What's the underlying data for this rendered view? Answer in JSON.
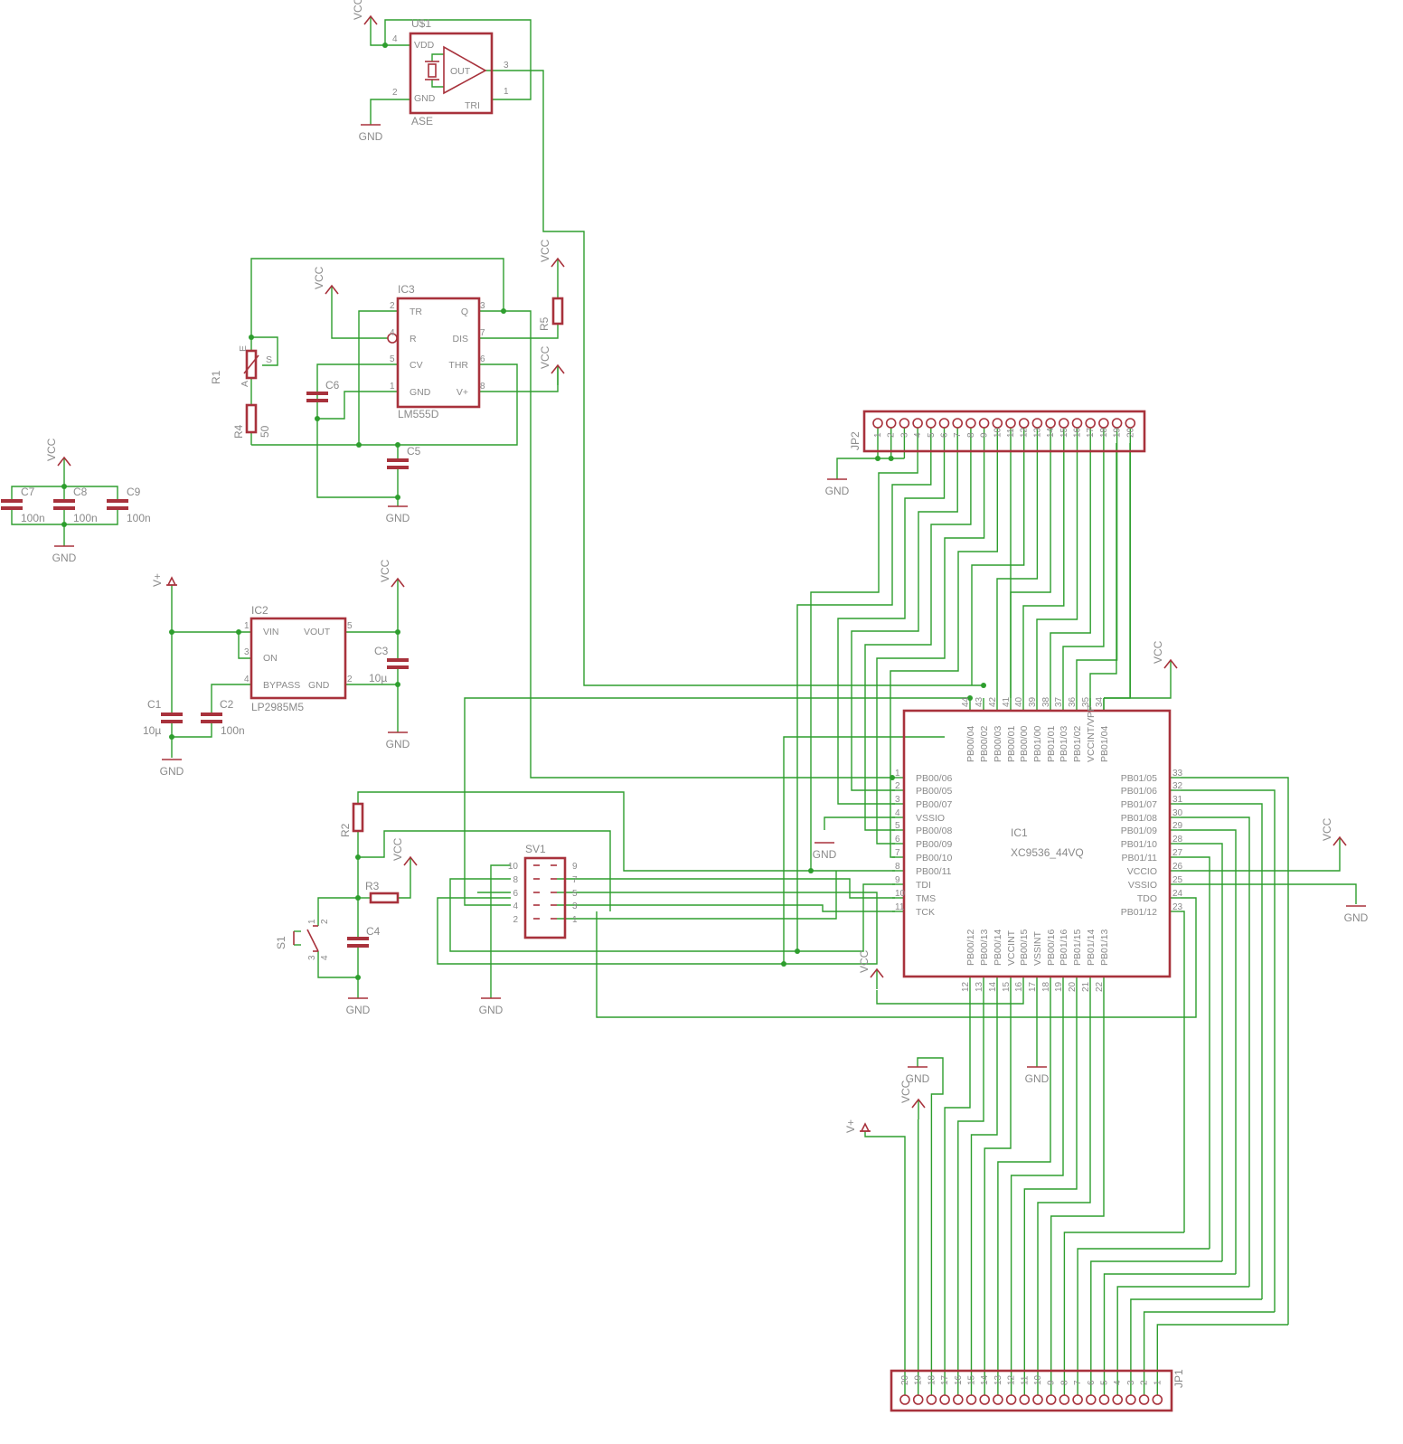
{
  "power": {
    "vcc": "VCC",
    "gnd": "GND",
    "vplus": "V+"
  },
  "us1": {
    "name": "U$1",
    "value": "ASE",
    "pins": {
      "vdd": "VDD",
      "gnd": "GND",
      "out": "OUT",
      "tri": "TRI"
    },
    "pinnums": [
      "4",
      "2",
      "3",
      "1"
    ]
  },
  "ic3": {
    "name": "IC3",
    "value": "LM555D",
    "left": [
      "TR",
      "R",
      "CV",
      "GND"
    ],
    "right": [
      "Q",
      "DIS",
      "THR",
      "V+"
    ],
    "leftnums": [
      "2",
      "4",
      "5",
      "1"
    ],
    "rightnums": [
      "3",
      "7",
      "6",
      "8"
    ]
  },
  "r1": {
    "name": "R1",
    "a": "A",
    "e": "E",
    "s": "S"
  },
  "r4": {
    "name": "R4",
    "value": "50"
  },
  "r5": {
    "name": "R5"
  },
  "c5": {
    "name": "C5"
  },
  "c6": {
    "name": "C6"
  },
  "decoupling": {
    "caps": [
      {
        "name": "C7",
        "value": "100n"
      },
      {
        "name": "C8",
        "value": "100n"
      },
      {
        "name": "C9",
        "value": "100n"
      }
    ]
  },
  "ic2": {
    "name": "IC2",
    "value": "LP2985M5",
    "pins": [
      "VIN",
      "ON",
      "BYPASS",
      "VOUT",
      "GND"
    ],
    "pinnums": [
      "1",
      "3",
      "4",
      "5",
      "2"
    ]
  },
  "c1": {
    "name": "C1",
    "value": "10µ"
  },
  "c2": {
    "name": "C2",
    "value": "100n"
  },
  "c3": {
    "name": "C3",
    "value": "10µ"
  },
  "r2": {
    "name": "R2"
  },
  "r3": {
    "name": "R3"
  },
  "c4": {
    "name": "C4"
  },
  "s1": {
    "name": "S1",
    "pins": [
      "1",
      "2",
      "3",
      "4"
    ]
  },
  "sv1": {
    "name": "SV1",
    "left": [
      "10",
      "8",
      "6",
      "4",
      "2"
    ],
    "right": [
      "9",
      "7",
      "5",
      "3",
      "1"
    ]
  },
  "ic1": {
    "name": "IC1",
    "value": "XC9536_44VQ",
    "left": [
      {
        "n": "1",
        "s": "PB00/06"
      },
      {
        "n": "2",
        "s": "PB00/05"
      },
      {
        "n": "3",
        "s": "PB00/07"
      },
      {
        "n": "4",
        "s": "VSSIO"
      },
      {
        "n": "5",
        "s": "PB00/08"
      },
      {
        "n": "6",
        "s": "PB00/09"
      },
      {
        "n": "7",
        "s": "PB00/10"
      },
      {
        "n": "8",
        "s": "PB00/11"
      },
      {
        "n": "9",
        "s": "TDI"
      },
      {
        "n": "10",
        "s": "TMS"
      },
      {
        "n": "11",
        "s": "TCK"
      }
    ],
    "right": [
      {
        "n": "33",
        "s": "PB01/05"
      },
      {
        "n": "32",
        "s": "PB01/06"
      },
      {
        "n": "31",
        "s": "PB01/07"
      },
      {
        "n": "30",
        "s": "PB01/08"
      },
      {
        "n": "29",
        "s": "PB01/09"
      },
      {
        "n": "28",
        "s": "PB01/10"
      },
      {
        "n": "27",
        "s": "PB01/11"
      },
      {
        "n": "26",
        "s": "VCCIO"
      },
      {
        "n": "25",
        "s": "VSSIO"
      },
      {
        "n": "24",
        "s": "TDO"
      },
      {
        "n": "23",
        "s": "PB01/12"
      }
    ],
    "top": [
      {
        "n": "44",
        "s": "PB00/04"
      },
      {
        "n": "43",
        "s": "PB00/02"
      },
      {
        "n": "42",
        "s": "PB00/03"
      },
      {
        "n": "41",
        "s": "PB00/01"
      },
      {
        "n": "40",
        "s": "PB00/00"
      },
      {
        "n": "39",
        "s": "PB01/00"
      },
      {
        "n": "38",
        "s": "PB01/01"
      },
      {
        "n": "37",
        "s": "PB01/03"
      },
      {
        "n": "36",
        "s": "PB01/02"
      },
      {
        "n": "35",
        "s": "VCCINT/VPP"
      },
      {
        "n": "34",
        "s": "PB01/04"
      }
    ],
    "bottom": [
      {
        "n": "12",
        "s": "PB00/12"
      },
      {
        "n": "13",
        "s": "PB00/13"
      },
      {
        "n": "14",
        "s": "PB00/14"
      },
      {
        "n": "15",
        "s": "VCCINT"
      },
      {
        "n": "16",
        "s": "PB00/15"
      },
      {
        "n": "17",
        "s": "VSSINT"
      },
      {
        "n": "18",
        "s": "PB00/16"
      },
      {
        "n": "19",
        "s": "PB01/16"
      },
      {
        "n": "20",
        "s": "PB01/15"
      },
      {
        "n": "21",
        "s": "PB01/14"
      },
      {
        "n": "22",
        "s": "PB01/13"
      }
    ]
  },
  "jp2": {
    "name": "JP2",
    "pins": [
      "1",
      "2",
      "3",
      "4",
      "5",
      "6",
      "7",
      "8",
      "9",
      "10",
      "11",
      "12",
      "13",
      "14",
      "15",
      "16",
      "17",
      "18",
      "19",
      "20"
    ]
  },
  "jp1": {
    "name": "JP1",
    "pins": [
      "20",
      "19",
      "18",
      "17",
      "16",
      "15",
      "14",
      "13",
      "12",
      "11",
      "10",
      "9",
      "8",
      "7",
      "6",
      "5",
      "4",
      "3",
      "2",
      "1"
    ]
  },
  "colors": {
    "wire": "#2e9e2e",
    "part": "#a8323c",
    "text": "#8a8a8a"
  }
}
